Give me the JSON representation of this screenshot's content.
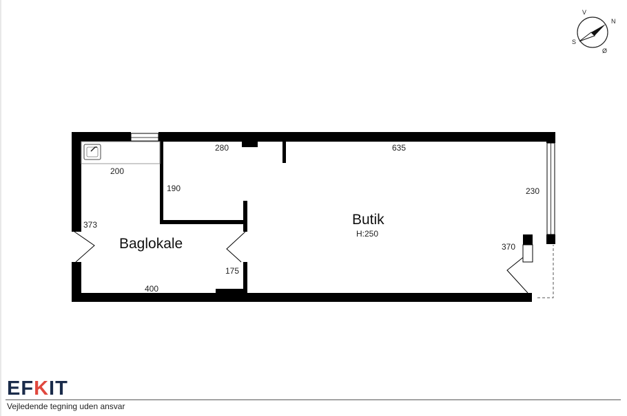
{
  "rooms": {
    "shop": {
      "name": "Butik",
      "height": "H:250"
    },
    "back": {
      "name": "Baglokale"
    }
  },
  "dimensions": {
    "shop_top_left": "280",
    "shop_top_right": "635",
    "back_top": "200",
    "partition": "190",
    "shop_right": "230",
    "back_left": "373",
    "shop_entrance": "370",
    "door_passage": "175",
    "back_bottom": "400"
  },
  "compass": {
    "letters": [
      "N",
      "V",
      "S",
      "Ø"
    ],
    "icon": "compass-icon"
  },
  "logo": {
    "left": "EF",
    "accent": "K",
    "right": "IT",
    "brand_color": "#1a2b4a",
    "accent_color": "#e0483e"
  },
  "footer": {
    "disclaimer": "Vejledende tegning uden ansvar"
  }
}
